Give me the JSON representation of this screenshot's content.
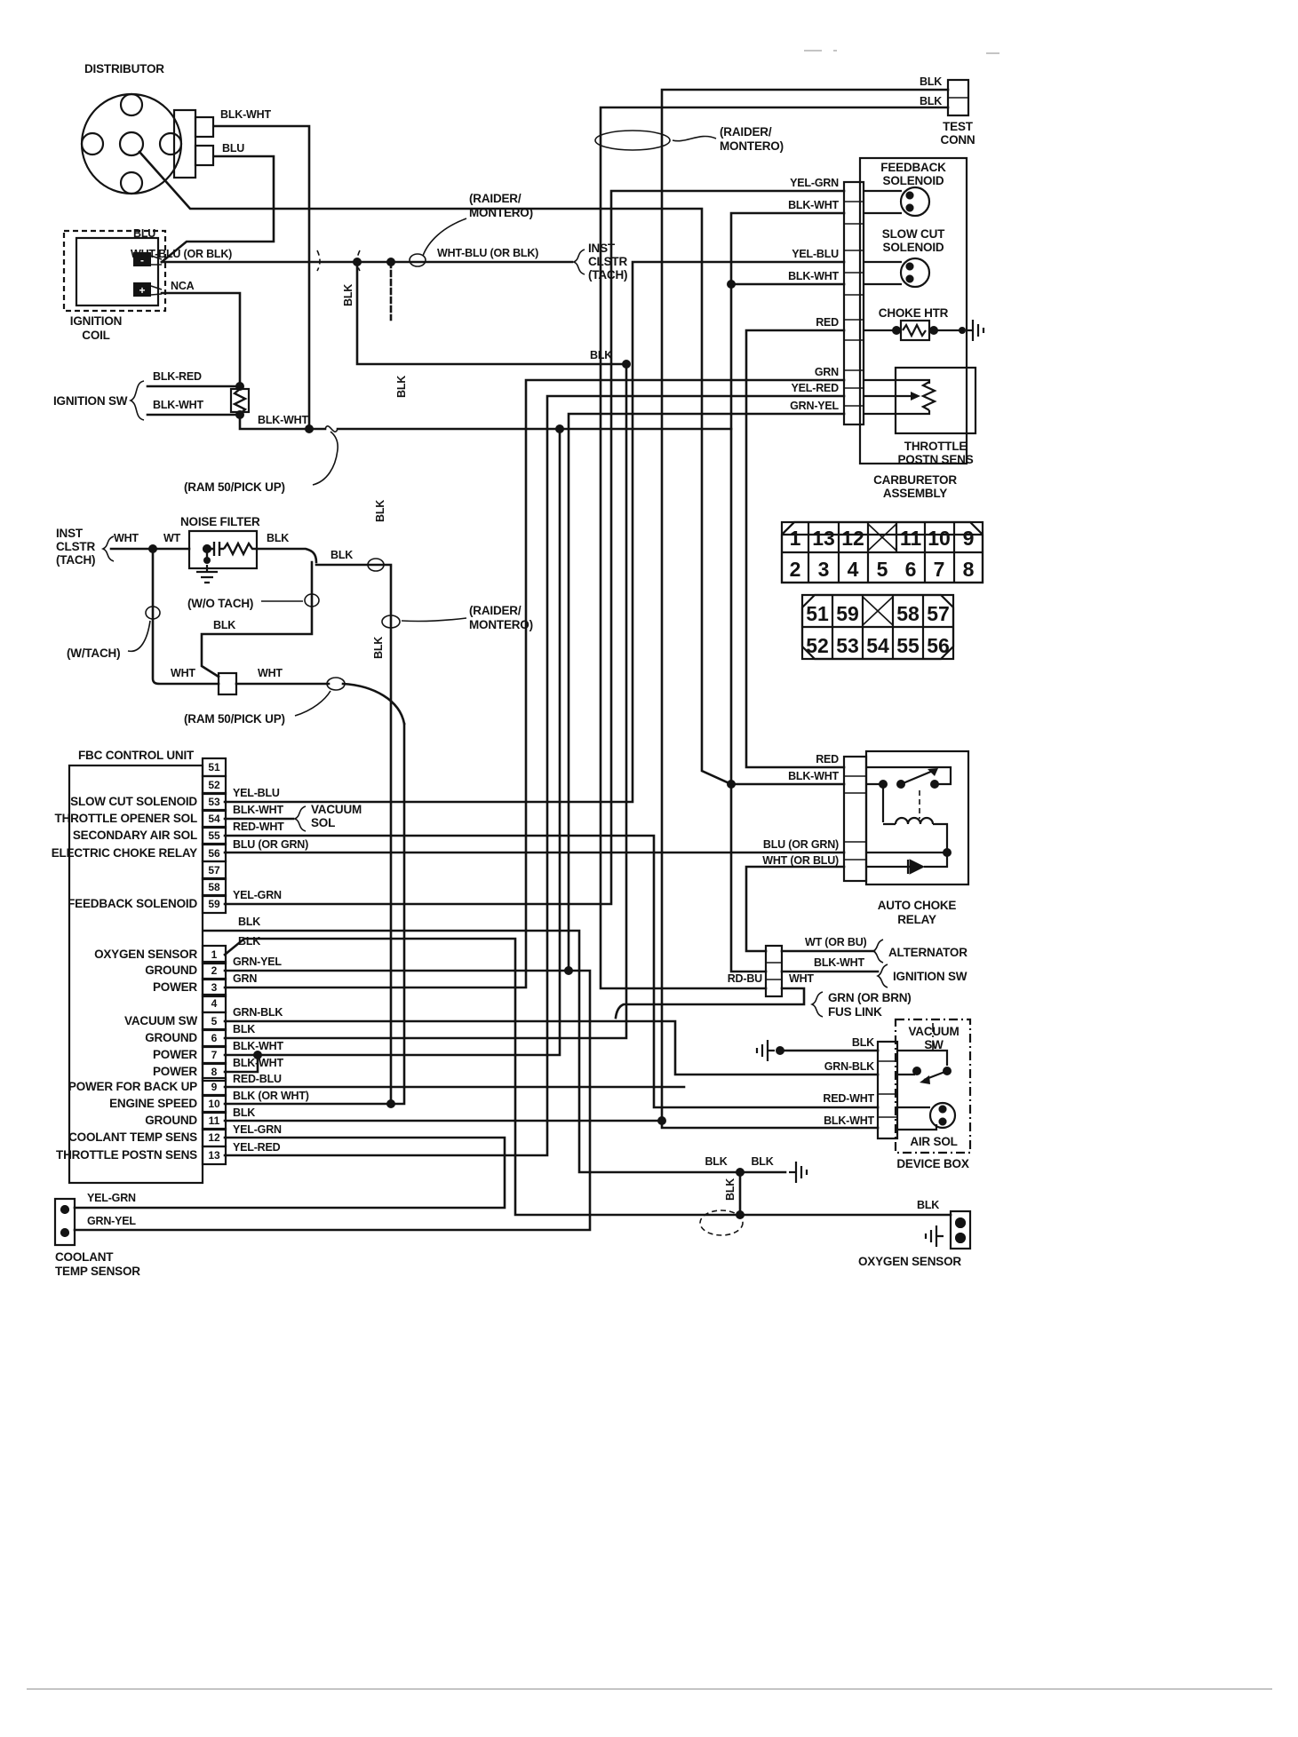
{
  "components": {
    "distributor": "DISTRIBUTOR",
    "ignition_coil_1": "IGNITION",
    "ignition_coil_2": "COIL",
    "coil_minus": "-",
    "coil_plus": "+",
    "ignition_sw": "IGNITION SW",
    "inst_clstr_1": "INST",
    "inst_clstr_2": "CLSTR",
    "inst_clstr_3": "(TACH)",
    "noise_filter": "NOISE FILTER",
    "fbc_control_unit": "FBC CONTROL UNIT",
    "test_conn_1": "TEST",
    "test_conn_2": "CONN",
    "feedback_solenoid_1": "FEEDBACK",
    "feedback_solenoid_2": "SOLENOID",
    "slow_cut_solenoid_1": "SLOW CUT",
    "slow_cut_solenoid_2": "SOLENOID",
    "choke_htr": "CHOKE HTR",
    "throttle_postn_sens_1": "THROTTLE",
    "throttle_postn_sens_2": "POSTN SENS",
    "carburetor_assembly_1": "CARBURETOR",
    "carburetor_assembly_2": "ASSEMBLY",
    "auto_choke_relay_1": "AUTO CHOKE",
    "auto_choke_relay_2": "RELAY",
    "alternator": "ALTERNATOR",
    "ignition_sw_right": "IGNITION SW",
    "fus_link_1": "GRN (OR BRN)",
    "fus_link_2": "FUS LINK",
    "vacuum_sw_1": "VACUUM",
    "vacuum_sw_2": "SW",
    "air_sol": "AIR SOL",
    "device_box": "DEVICE BOX",
    "coolant_sensor_1": "COOLANT",
    "coolant_sensor_2": "TEMP SENSOR",
    "oxygen_sensor": "OXYGEN SENSOR",
    "vacuum_sol_1": "VACUUM",
    "vacuum_sol_2": "SOL"
  },
  "notes": {
    "raider_1": "(RAIDER/",
    "raider_2": "MONTERO)",
    "ram50": "(RAM 50/PICK UP)",
    "wo_tach": "(W/O TACH)",
    "w_tach": "(W/TACH)"
  },
  "wires": {
    "dist_blk_wht": "BLK-WHT",
    "dist_blu": "BLU",
    "coil_blu": "BLU",
    "coil_wht_blu": "WHT-BLU (OR BLK)",
    "coil_nca": "NCA",
    "ign_blk_red": "BLK-RED",
    "ign_blk_wht": "BLK-WHT",
    "ign_blk_wht_out": "BLK-WHT",
    "mid_wht_blu": "WHT-BLU (OR BLK)",
    "test_blk_1": "BLK",
    "test_blk_2": "BLK",
    "carb_yel_grn": "YEL-GRN",
    "carb_blk_wht_1": "BLK-WHT",
    "carb_yel_blu": "YEL-BLU",
    "carb_blk_wht_2": "BLK-WHT",
    "carb_red": "RED",
    "carb_grn": "GRN",
    "carb_yel_red": "YEL-RED",
    "carb_grn_yel": "GRN-YEL",
    "nf_wht": "WHT",
    "nf_wt": "WT",
    "nf_blk_1": "BLK",
    "nf_blk_2": "BLK",
    "nf_blk_3": "BLK",
    "wtach_wht_1": "WHT",
    "wtach_wht_2": "WHT",
    "vert_blk_1": "BLK",
    "vert_blk_2": "BLK",
    "vert_blk_3": "BLK",
    "vert_blk_4": "BLK",
    "mid_blk": "BLK",
    "acr_red": "RED",
    "acr_blk_wht": "BLK-WHT",
    "acr_blu_grn": "BLU (OR GRN)",
    "acr_wht_blu": "WHT (OR BLU)",
    "alt_wt": "WT (OR BU)",
    "alt_blk_wht": "BLK-WHT",
    "rd_bu": "RD-BU",
    "fus_wht": "WHT",
    "dev_blk": "BLK",
    "dev_grn_blk": "GRN-BLK",
    "dev_red_wht": "RED-WHT",
    "dev_blk_wht": "BLK-WHT",
    "bot_blk_1": "BLK",
    "bot_blk_2": "BLK",
    "bot_blk_vert": "BLK",
    "cool_yel_grn": "YEL-GRN",
    "cool_grn_yel": "GRN-YEL",
    "oxy_blk": "BLK"
  },
  "fbc": {
    "extra_blk": "BLK",
    "upper_pins": [
      {
        "num": "51",
        "label": "",
        "wire": ""
      },
      {
        "num": "52",
        "label": "",
        "wire": ""
      },
      {
        "num": "53",
        "label": "SLOW CUT SOLENOID",
        "wire": "YEL-BLU"
      },
      {
        "num": "54",
        "label": "THROTTLE OPENER SOL",
        "wire": "BLK-WHT"
      },
      {
        "num": "55",
        "label": "SECONDARY AIR SOL",
        "wire": "RED-WHT"
      },
      {
        "num": "56",
        "label": "ELECTRIC CHOKE RELAY",
        "wire": "BLU (OR GRN)"
      },
      {
        "num": "57",
        "label": "",
        "wire": ""
      },
      {
        "num": "58",
        "label": "",
        "wire": ""
      },
      {
        "num": "59",
        "label": "FEEDBACK SOLENOID",
        "wire": "YEL-GRN"
      }
    ],
    "lower_pins": [
      {
        "num": "1",
        "label": "OXYGEN SENSOR",
        "wire": "BLK"
      },
      {
        "num": "2",
        "label": "GROUND",
        "wire": "GRN-YEL"
      },
      {
        "num": "3",
        "label": "POWER",
        "wire": "GRN"
      },
      {
        "num": "4",
        "label": "",
        "wire": ""
      },
      {
        "num": "5",
        "label": "VACUUM SW",
        "wire": "GRN-BLK"
      },
      {
        "num": "6",
        "label": "GROUND",
        "wire": "BLK"
      },
      {
        "num": "7",
        "label": "POWER",
        "wire": "BLK-WHT"
      },
      {
        "num": "8",
        "label": "POWER",
        "wire": "BLK-WHT"
      },
      {
        "num": "9",
        "label": "POWER FOR BACK UP",
        "wire": "RED-BLU"
      },
      {
        "num": "10",
        "label": "ENGINE SPEED",
        "wire": "BLK (OR WHT)"
      },
      {
        "num": "11",
        "label": "GROUND",
        "wire": "BLK"
      },
      {
        "num": "12",
        "label": "COOLANT TEMP SENS",
        "wire": "YEL-GRN"
      },
      {
        "num": "13",
        "label": "THROTTLE POSTN SENS",
        "wire": "YEL-RED"
      }
    ]
  },
  "connector_a": {
    "row1": [
      "1",
      "13",
      "12",
      "",
      "11",
      "10",
      "9"
    ],
    "row2": [
      "2",
      "3",
      "4",
      "5",
      "6",
      "7",
      "8"
    ]
  },
  "connector_b": {
    "row1": [
      "51",
      "59",
      "",
      "58",
      "57"
    ],
    "row2": [
      "52",
      "53",
      "54",
      "55",
      "56"
    ]
  }
}
